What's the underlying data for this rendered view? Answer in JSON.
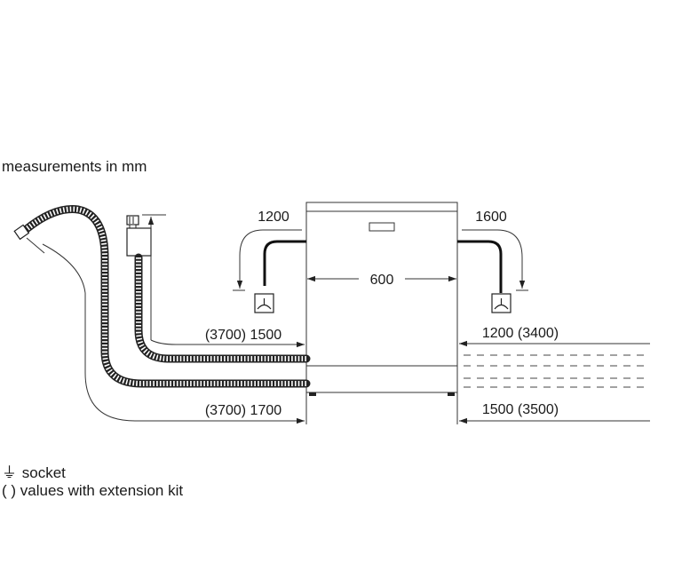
{
  "header": {
    "units_note": "measurements in mm"
  },
  "dimensions": {
    "left_socket_reach": "1200",
    "right_socket_reach": "1600",
    "appliance_width": "600",
    "left_upper_hose": "(3700) 1500",
    "right_upper_hose": "1200 (3400)",
    "left_lower_hose": "(3700) 1700",
    "right_lower_hose": "1500 (3500)"
  },
  "legend": {
    "socket_symbol": "⏚",
    "socket_label": "socket",
    "extension_symbol": "( )",
    "extension_label": "values with extension kit"
  },
  "icons": [
    "socket-icon",
    "water-tap-icon",
    "drain-hose-icon",
    "inlet-hose-icon"
  ],
  "colors": {
    "line": "#333333",
    "text": "#1a1a1a",
    "background": "#ffffff"
  }
}
